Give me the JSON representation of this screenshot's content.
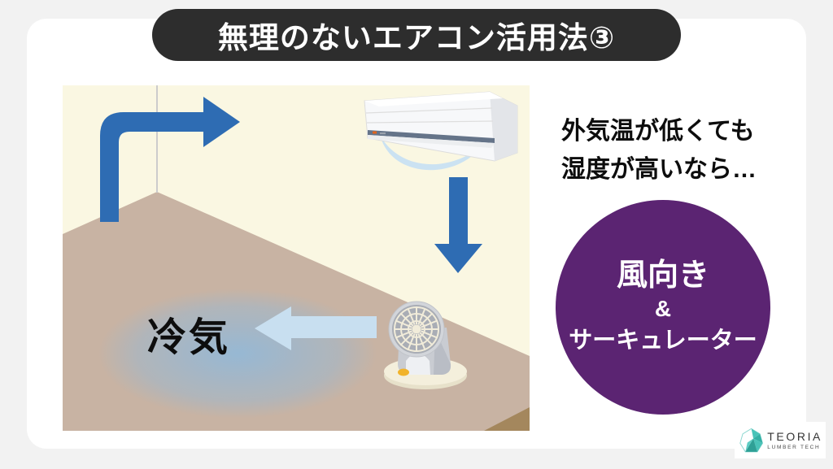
{
  "title_banner": {
    "text": "無理のないエアコン活用法③"
  },
  "note": {
    "line1": "外気温が低くても",
    "line2": "湿度が高いなら…"
  },
  "badge": {
    "line1": "風向き",
    "line2": "&",
    "line3": "サーキュレーター"
  },
  "illustration": {
    "cold_air_label": "冷気",
    "elements": [
      "air-conditioner",
      "aircon-airflow",
      "bent-flow-arrow",
      "down-flow-arrow",
      "cold-air-left-arrow",
      "circulator-fan",
      "cold-air-glow",
      "room-wall",
      "room-floor"
    ]
  },
  "logo": {
    "brand": "TEORIA",
    "tagline": "LUMBER TECH"
  },
  "colors": {
    "page_bg": "#f2f2f2",
    "card_bg": "#ffffff",
    "banner_bg": "#2d2d2d",
    "banner_text": "#ffffff",
    "wall": "#faf7e2",
    "floor": "#c8b3a3",
    "floor_edge": "#a4875d",
    "arrow_blue": "#2e6cb3",
    "arrow_light_blue": "#c8dff0",
    "cold_air_glow": "#94b8d6",
    "badge_purple": "#5b2472",
    "badge_text": "#ffffff",
    "logo_teal": "#3fbfb4"
  }
}
